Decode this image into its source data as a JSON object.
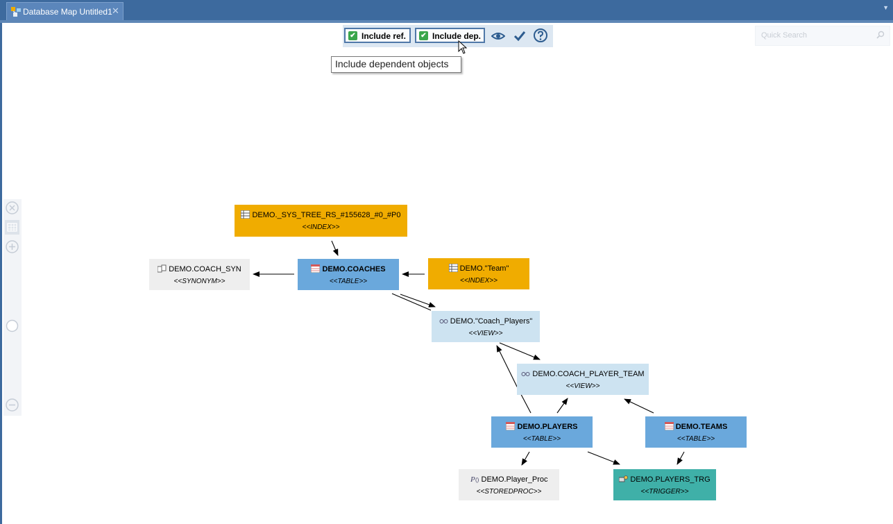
{
  "tab": {
    "label": "Database Map Untitled1",
    "close": "✕"
  },
  "toolbar": {
    "include_ref": "Include ref.",
    "include_dep": "Include dep.",
    "include_ref_checked": true,
    "include_dep_checked": true
  },
  "tooltip": "Include dependent objects",
  "search": {
    "placeholder": "Quick Search",
    "value": ""
  },
  "nodes": {
    "index_sys": {
      "name": "DEMO._SYS_TREE_RS_#155628_#0_#P0",
      "stereotype": "<<INDEX>>"
    },
    "coach_syn": {
      "name": "DEMO.COACH_SYN",
      "stereotype": "<<SYNONYM>>"
    },
    "coaches": {
      "name": "DEMO.COACHES",
      "stereotype": "<<TABLE>>"
    },
    "team_index": {
      "name": "DEMO.\"Team\"",
      "stereotype": "<<INDEX>>"
    },
    "coach_players": {
      "name": "DEMO.\"Coach_Players\"",
      "stereotype": "<<VIEW>>"
    },
    "coach_player_team": {
      "name": "DEMO.COACH_PLAYER_TEAM",
      "stereotype": "<<VIEW>>"
    },
    "players": {
      "name": "DEMO.PLAYERS",
      "stereotype": "<<TABLE>>"
    },
    "teams": {
      "name": "DEMO.TEAMS",
      "stereotype": "<<TABLE>>"
    },
    "player_proc": {
      "name": "DEMO.Player_Proc",
      "stereotype": "<<STOREDPROC>>"
    },
    "players_trg": {
      "name": "DEMO.PLAYERS_TRG",
      "stereotype": "<<TRIGGER>>"
    }
  },
  "colors": {
    "index": "#f0ac00",
    "table": "#6aa8dc",
    "view": "#cde3f1",
    "synonym": "#eeeeee",
    "trigger": "#3fb0a8",
    "titlebar": "#3d6a9e"
  }
}
